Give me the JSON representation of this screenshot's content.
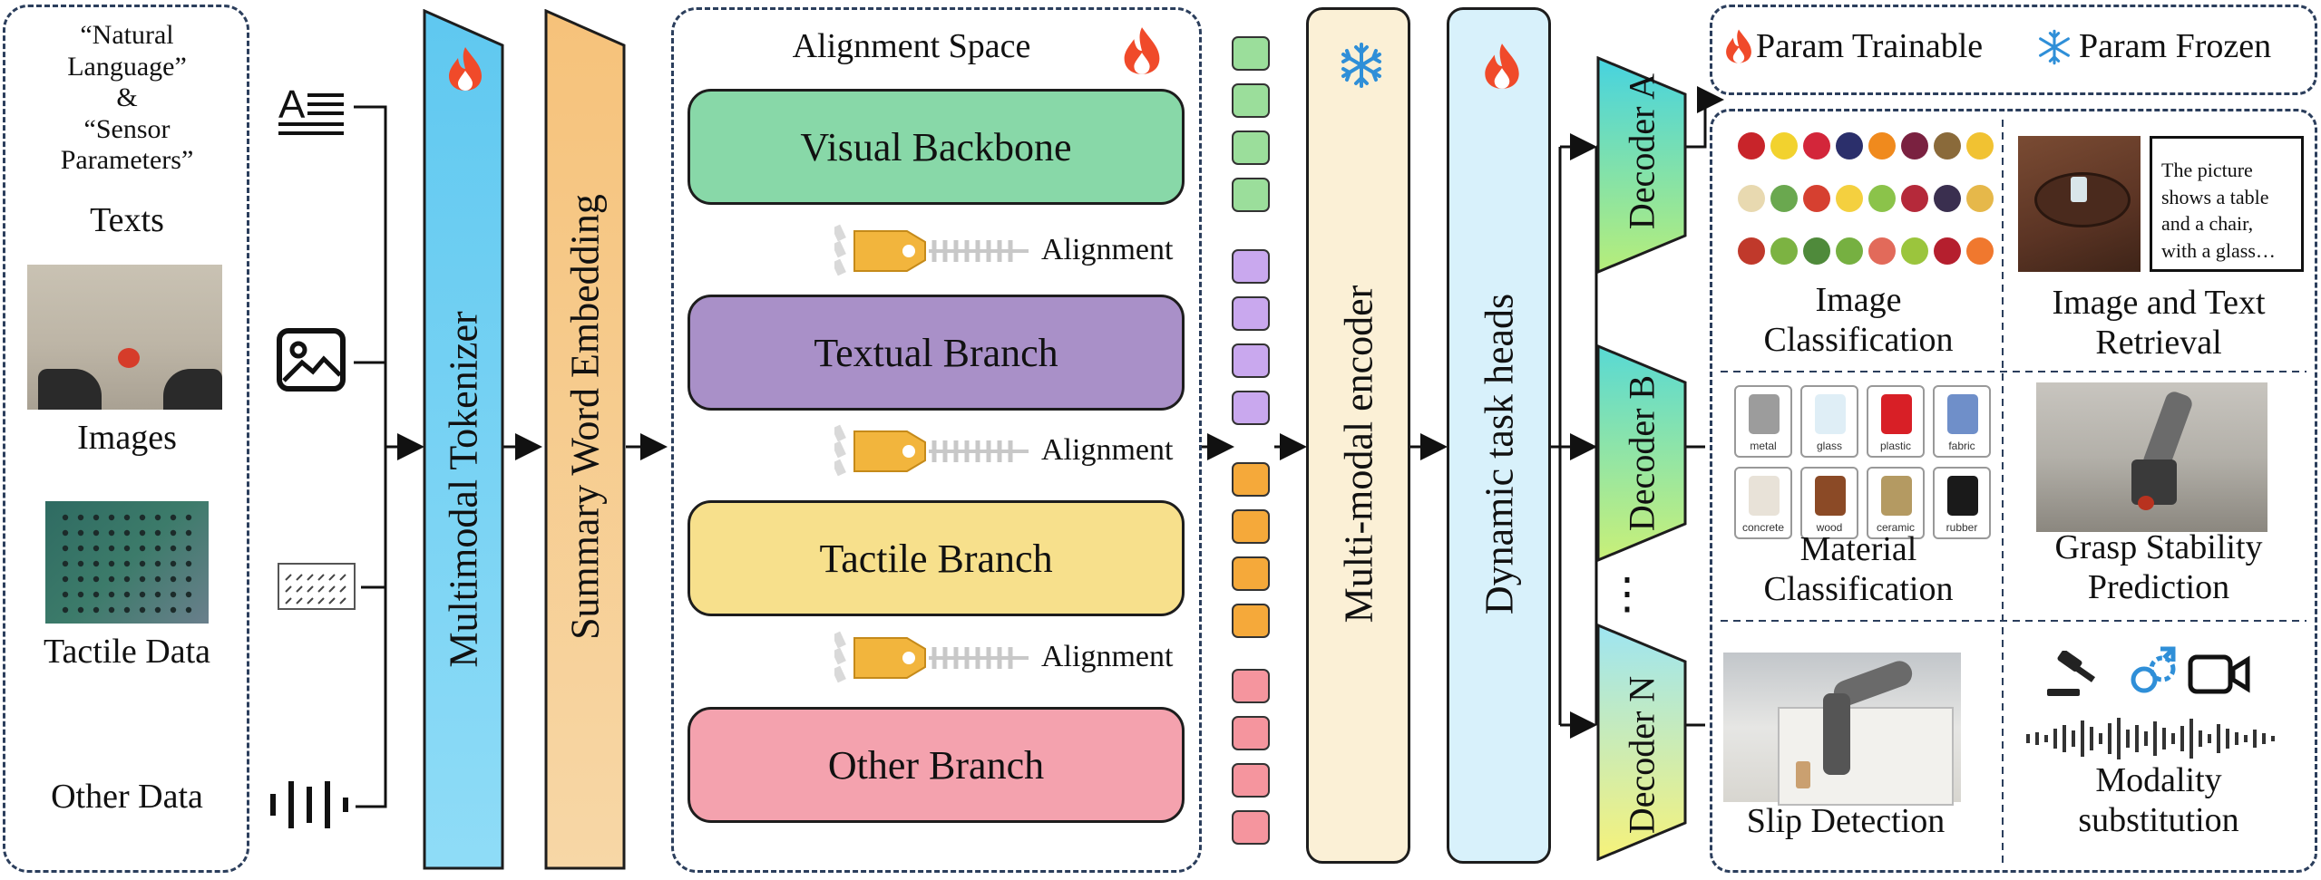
{
  "inputs": {
    "text_quote": "“Natural\nLanguage”\n&\n“Sensor\nParameters”",
    "texts": "Texts",
    "images": "Images",
    "tactile": "Tactile Data",
    "other": "Other Data"
  },
  "tokenizer": "Multimodal Tokenizer",
  "embedding": "Summary Word Embedding",
  "alignment_space": {
    "title": "Alignment Space",
    "branches": [
      "Visual Backbone",
      "Textual Branch",
      "Tactile Branch",
      "Other Branch"
    ],
    "alignment": "Alignment"
  },
  "encoder": "Multi-modal encoder",
  "task_heads": "Dynamic task heads",
  "decoders": [
    "Decoder A",
    "Decoder B",
    "Decoder N"
  ],
  "ellipsis": "⋮",
  "legend": {
    "trainable": "Param Trainable",
    "frozen": "Param Frozen"
  },
  "tasks": {
    "image_classification": "Image\nClassification",
    "retrieval": "Image and Text\nRetrieval",
    "retrieval_caption": "The picture\nshows a table\nand a chair,\nwith a glass…",
    "material": "Material\nClassification",
    "grasp": "Grasp Stability\nPrediction",
    "slip": "Slip Detection",
    "substitution": "Modality\nsubstitution",
    "materials": [
      "metal",
      "glass",
      "plastic",
      "fabric",
      "concrete",
      "wood",
      "ceramic",
      "rubber"
    ]
  },
  "colors": {
    "visual": "#88d8a8",
    "textual": "#a990c8",
    "tactile": "#f7e08c",
    "other": "#f4a2ae",
    "flame": "#f04a2a",
    "snow": "#2f8fd8"
  }
}
